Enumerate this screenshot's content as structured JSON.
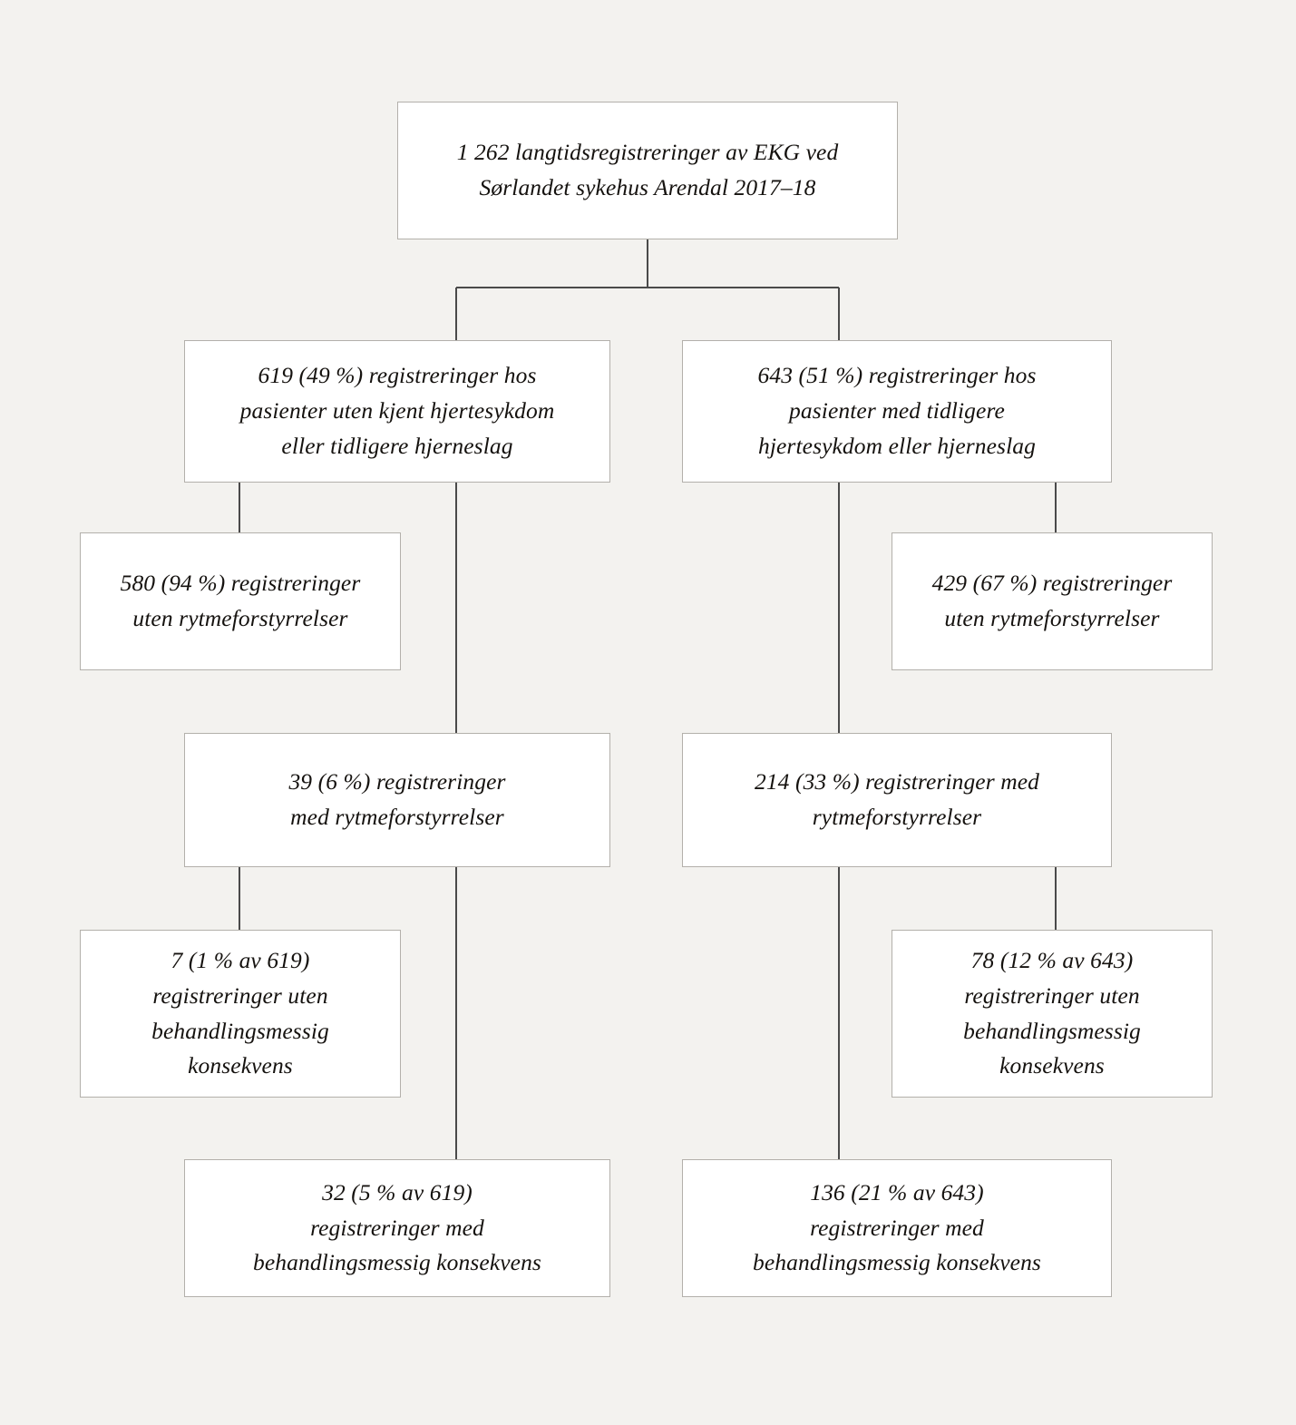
{
  "figure": {
    "type": "flowchart",
    "language": "nb-NO",
    "background_color": "#f3f2ef",
    "box_fill_color": "#ffffff",
    "box_border_color": "#b3b0ab",
    "connector_color": "#4a4a4a",
    "text_color": "#15120f"
  },
  "nodes": {
    "root": {
      "id": "root",
      "text": "1 262 langtidsregistreringer av EKG ved\nSørlandet sykehus Arendal 2017–18",
      "count": 1262,
      "row": 1
    },
    "no_cvd": {
      "id": "no_cvd",
      "text": "619 (49 %) registreringer hos\npasienter uten kjent hjertesykdom\neller tidligere hjerneslag",
      "count": 619,
      "percent": "49 %",
      "row": 2,
      "side": "left"
    },
    "cvd": {
      "id": "cvd",
      "text": "643 (51 %) registreringer hos\npasienter med tidligere\nhjertesykdom eller hjerneslag",
      "count": 643,
      "percent": "51 %",
      "row": 2,
      "side": "right"
    },
    "no_cvd_no_arrhythmia": {
      "id": "no_cvd_no_arrhythmia",
      "text": "580 (94 %) registreringer\nuten rytmeforstyrrelser",
      "count": 580,
      "percent": "94 %",
      "row": 3,
      "side": "left"
    },
    "cvd_no_arrhythmia": {
      "id": "cvd_no_arrhythmia",
      "text": "429 (67 %) registreringer\nuten rytmeforstyrrelser",
      "count": 429,
      "percent": "67 %",
      "row": 3,
      "side": "right"
    },
    "no_cvd_arrhythmia": {
      "id": "no_cvd_arrhythmia",
      "text": "39 (6 %) registreringer\nmed rytmeforstyrrelser",
      "count": 39,
      "percent": "6 %",
      "row": 4,
      "side": "left"
    },
    "cvd_arrhythmia": {
      "id": "cvd_arrhythmia",
      "text": "214 (33 %) registreringer med\nrytmeforstyrrelser",
      "count": 214,
      "percent": "33 %",
      "row": 4,
      "side": "right"
    },
    "no_cvd_no_treatment": {
      "id": "no_cvd_no_treatment",
      "text": "7 (1 % av 619)\nregistreringer uten\nbehandlingsmessig\nkonsekvens",
      "count": 7,
      "percent": "1 % av 619",
      "row": 5,
      "side": "left"
    },
    "cvd_no_treatment": {
      "id": "cvd_no_treatment",
      "text": "78 (12 % av 643)\nregistreringer uten\nbehandlingsmessig\nkonsekvens",
      "count": 78,
      "percent": "12 % av 643",
      "row": 5,
      "side": "right"
    },
    "no_cvd_treatment": {
      "id": "no_cvd_treatment",
      "text": "32 (5 % av 619)\nregistreringer med\nbehandlingsmessig konsekvens",
      "count": 32,
      "percent": "5 % av 619",
      "row": 6,
      "side": "left"
    },
    "cvd_treatment": {
      "id": "cvd_treatment",
      "text": "136 (21 % av 643)\nregistreringer med\nbehandlingsmessig konsekvens",
      "count": 136,
      "percent": "21 % av 643",
      "row": 6,
      "side": "right"
    }
  },
  "edges": [
    {
      "from": "root",
      "to": "no_cvd"
    },
    {
      "from": "root",
      "to": "cvd"
    },
    {
      "from": "no_cvd",
      "to": "no_cvd_no_arrhythmia"
    },
    {
      "from": "no_cvd",
      "to": "no_cvd_arrhythmia"
    },
    {
      "from": "cvd",
      "to": "cvd_no_arrhythmia"
    },
    {
      "from": "cvd",
      "to": "cvd_arrhythmia"
    },
    {
      "from": "no_cvd_arrhythmia",
      "to": "no_cvd_no_treatment"
    },
    {
      "from": "no_cvd_arrhythmia",
      "to": "no_cvd_treatment"
    },
    {
      "from": "cvd_arrhythmia",
      "to": "cvd_no_treatment"
    },
    {
      "from": "cvd_arrhythmia",
      "to": "cvd_treatment"
    }
  ]
}
